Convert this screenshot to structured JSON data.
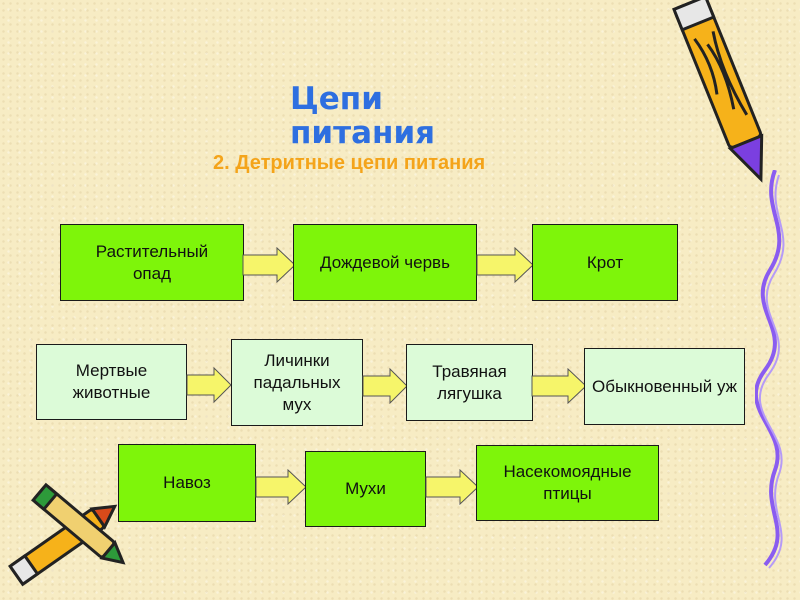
{
  "title": "Цепи питания",
  "subtitle": "2. Детритные цепи питания",
  "chains": [
    {
      "nodes": [
        "Растительный опад",
        "Дождевой червь",
        "Крот"
      ]
    },
    {
      "nodes": [
        "Мертвые животные",
        "Личинки падальных мух",
        "Травяная лягушка",
        "Обыкновенный уж"
      ]
    },
    {
      "nodes": [
        "Навоз",
        "Мухи",
        "Насекомоядные птицы"
      ]
    }
  ],
  "colors": {
    "title": "#2e6fe0",
    "subtitle": "#f4a41a",
    "node_fill": "#7ef50a",
    "node_fill_pale": "#dcfbd8",
    "arrow_fill": "#f6f56a",
    "background": "#f7ecc4"
  },
  "icons": [
    "pencil-icon",
    "crayon-icon",
    "squiggle-decoration"
  ]
}
